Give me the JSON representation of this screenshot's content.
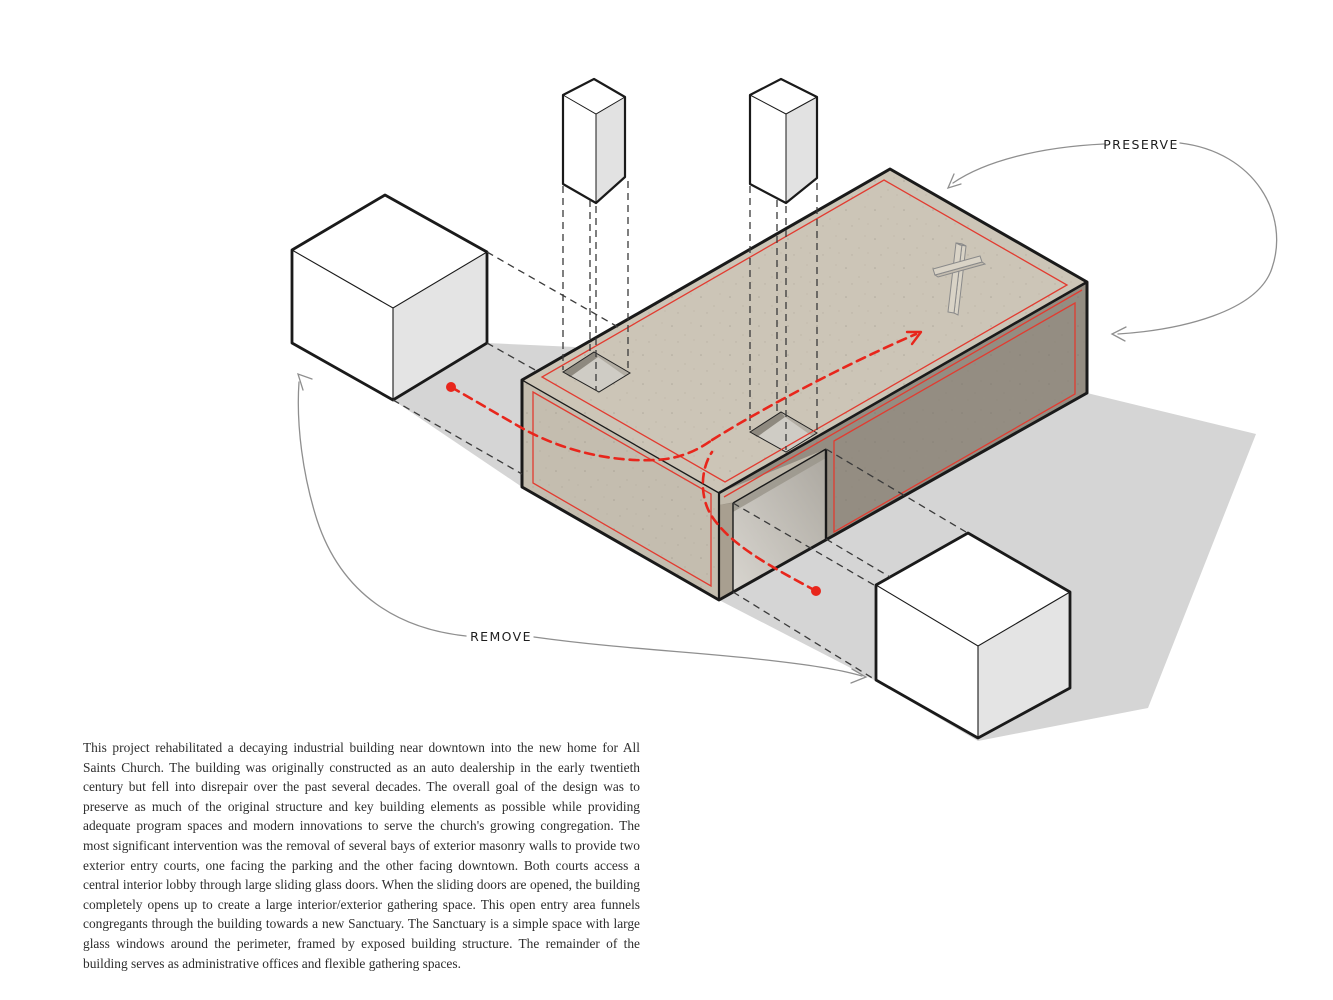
{
  "annotations": {
    "preserve": {
      "label": "PRESERVE"
    },
    "remove": {
      "label": "REMOVE"
    }
  },
  "description": {
    "text": "This project rehabilitated a decaying industrial building near downtown into the new home for All Saints Church.  The building was originally constructed as an auto dealership in the early twentieth century but fell into disrepair over the past several decades.  The overall goal of the design was to preserve as much of the original structure and key building elements as possible while providing adequate program spaces and modern innovations to serve the church's growing congregation.  The most significant intervention was the removal of several bays of exterior masonry walls to provide two exterior entry courts, one facing the parking and the other facing downtown.  Both courts access a central interior lobby through large sliding glass doors.  When the sliding doors are opened, the building completely opens up to create a large interior/exterior gathering space.  This open entry area funnels congregants through the building towards a new Sanctuary.  The Sanctuary is a simple space with large glass windows around the perimeter, framed by exposed building structure.  The remainder of the building serves as administrative offices and flexible gathering spaces."
  },
  "palette": {
    "cardboard_top": "#ccc5b7",
    "cardboard_side": "#c4bdaf",
    "wall_shaded": "#948d82",
    "notch_interior_light": "#d8d5cf",
    "notch_interior_dark": "#aba79f",
    "cube_face_light": "#ffffff",
    "cube_face_shaded": "#e4e4e4",
    "shadow": "#d5d5d5",
    "outline": "#1a1a1a",
    "preserve_outline_red": "#e23b30",
    "circulation_red": "#e8261c",
    "leader_gray": "#8f8f8f",
    "projection_dash": "#3a3a3a",
    "text": "#2d2d2d"
  }
}
